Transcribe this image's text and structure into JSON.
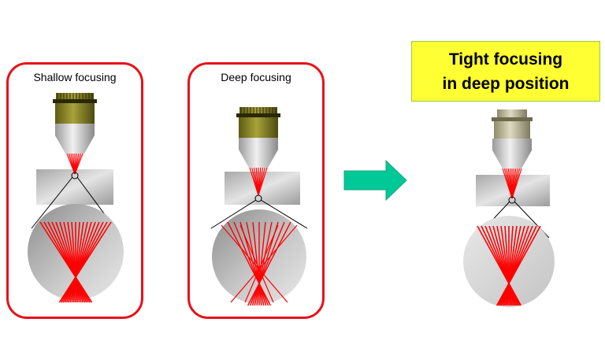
{
  "panels": {
    "shallow": {
      "label": "Shallow focusing"
    },
    "deep": {
      "label": "Deep focusing"
    }
  },
  "callout": {
    "line1": "Tight focusing",
    "line2": "in deep position"
  },
  "colors": {
    "frame": "#e8101a",
    "beam": "#ff0000",
    "arrow": "#00c896",
    "callout_bg": "#ffff33"
  },
  "icons": [
    "objective-lens-icon",
    "sample-block-icon",
    "magnified-view-icon",
    "right-arrow-icon"
  ]
}
